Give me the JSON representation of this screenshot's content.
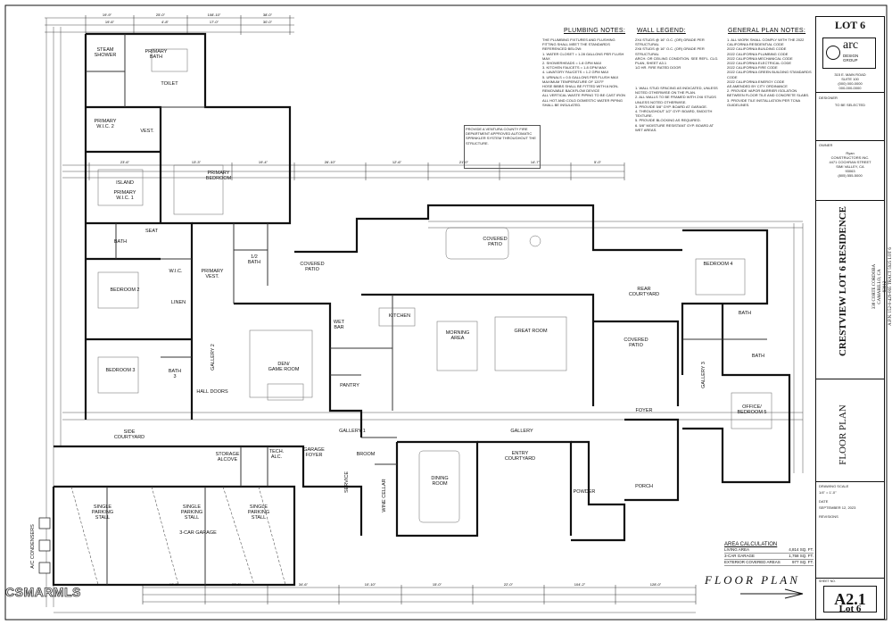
{
  "sheet": {
    "lot_top": "LOT 6",
    "lot_bottom": "Lot 6",
    "logo_main": "arc",
    "logo_sub": "DESIGN\nGROUP",
    "firm_info": "315 E. MAIN ROAD\nSUITE 100\n(000) 000-0000\n000-000-0000",
    "designer_label": "DESIGNER",
    "designer_value": "TO BE SELECTED",
    "owner_label": "OWNER",
    "owner_value": "Ryan\nCONSTRUCTORS INC.\n4471 COCHRAN STREET\nSIMI VALLEY, CA\n93063\n(805) 555-5000",
    "project_title": "CRESTVIEW LOT 6 RESIDENCE",
    "project_address": "338 CORTE CORDOBA\nCAMARILLO, CA\n93012\nA.P.N. 152-0-429-065 TRACT 5925 LOT 6",
    "sheet_title": "FLOOR PLAN",
    "drawing_scale_label": "DRAWING SCALE",
    "drawing_scale": "1/4\" = 1'-0\"",
    "date_label": "DATE",
    "date": "SEPTEMBER 12, 2023",
    "revisions_label": "REVISIONS",
    "sheet_no_label": "SHEET NO.",
    "sheet_no": "A2.1",
    "drawing_title": "FLOOR PLAN",
    "watermark": "CSMARMLS"
  },
  "notes": {
    "plumbing_title": "PLUMBING NOTES:",
    "plumbing_text": "THE PLUMBING FIXTURES AND FLUSHING FITTING SHALL MEET THE STANDARDS REFERENCED BELOW:\n1. WATER CLOSET = 1.28 GALLONS PER FLUSH MAX\n2. SHOWERHEADS = 1.8 GPM MAX\n3. KITCHEN FAUCETS = 1.8 GPM MAX\n4. LAVATORY FAUCETS = 1.2 GPM MAX\n5. URINALS = 0.5 GALLONS PER FLUSH MAX\nMAXIMUM TEMPERATURE OF 120°F\nHOSE BIBBS SHALL BE FITTED WITH A NON-REMOVABLE BACKFLOW DEVICE\nALL VERTICAL WASTE PIPING TO BE CAST IRON\nALL HOT AND COLD DOMESTIC WATER PIPING SHALL BE INSULATED.",
    "sprinkler_text": "PROVIDE A VENTURA COUNTY FIRE DEPARTMENT APPROVED AUTOMATIC SPRINKLER SYSTEM THROUGHOUT THE STRUCTURE.",
    "wall_title": "WALL LEGEND:",
    "wall_text": "2X4 STUDS @ 16\" O.C. (OR) GRADE PER STRUCTURAL\n2X6 STUDS @ 16\" O.C. (OR) GRADE PER STRUCTURAL\nARCH. OR CEILING CONDITION. SEE REFL. CLG. PLAN, SHEET A3.1\n1/2 HR. FIRE RATED DOOR",
    "wall_text2": "1. WALL STUD SPACING AS INDICATED, UNLESS NOTED OTHERWISE ON THE PLAN.\n2. ALL WALLS TO BE FRAMED WITH 2X6 STUDS UNLESS NOTED OTHERWISE.\n3. PROVIDE 5/8\" GYP. BOARD AT GARAGE.\n4. THROUGHOUT 1/2\" GYP. BOARD, SMOOTH TEXTURE.\n5. PROVIDE BLOCKING AS REQUIRED.\n6. 5/8\" MOISTURE RESISTANT GYP. BOARD AT WET AREAS.",
    "general_title": "GENERAL PLAN NOTES:",
    "general_text": "1. ALL WORK SHALL COMPLY WITH THE 2022 CALIFORNIA RESIDENTIAL CODE\n2022 CALIFORNIA BUILDING CODE\n2022 CALIFORNIA PLUMBING CODE\n2022 CALIFORNIA MECHANICAL CODE\n2022 CALIFORNIA ELECTRICAL CODE\n2022 CALIFORNIA FIRE CODE\n2022 CALIFORNIA GREEN BUILDING STANDARDS CODE\n2022 CALIFORNIA ENERGY CODE\nAS AMENDED BY CITY ORDINANCE\n2. PROVIDE VAPOR BARRIER ISOLATION BETWEEN FLOOR TILE AND CONCRETE SLABS.\n3. PROVIDE TILE INSTALLATION PER TCNA GUIDELINES."
  },
  "rooms": {
    "primary_bath": "PRIMARY\nBATH",
    "steam_shower": "STEAM\nSHOWER",
    "toilet": "TOILET",
    "primary_wic2": "PRIMARY\nW.I.C. 2",
    "vest_top": "VEST.",
    "primary_wic1": "PRIMARY\nW.I.C. 1",
    "island": "ISLAND",
    "primary_bedroom": "PRIMARY\nBEDROOM",
    "bath_left": "BATH",
    "seat": "SEAT",
    "wic": "W.I.C.",
    "bedroom2": "BEDROOM 2",
    "primary_vest": "PRIMARY\nVEST.",
    "half_bath": "1/2\nBATH",
    "covered_patio_top": "COVERED\nPATIO",
    "covered_patio_center": "COVERED\nPATIO",
    "gallery2": "GALLERY 2",
    "linen": "LINEN",
    "bedroom3": "BEDROOM 3",
    "bath_lower": "BATH\n3",
    "den": "DEN/\nGAME ROOM",
    "wet_bar": "WET\nBAR",
    "kitchen": "KITCHEN",
    "pantry": "PANTRY",
    "morning_area": "MORNING\nAREA",
    "great_room": "GREAT ROOM",
    "rear_courtyard": "REAR\nCOURTYARD",
    "covered_patio_right": "COVERED\nPATIO",
    "bedroom4": "BEDROOM 4",
    "bath_right": "BATH",
    "bath_right2": "BATH",
    "gallery3": "GALLERY 3",
    "office": "OFFICE/\nBEDROOM 5",
    "foyer": "FOYER",
    "hall_doors": "HALL DOORS",
    "side_courtyard": "SIDE\nCOURTYARD",
    "storage_alcove": "STORAGE\nALCOVE",
    "tech": "TECH.\nALC.",
    "garage_foyer": "GARAGE\nFOYER",
    "gallery1": "GALLERY 1",
    "gallery": "GALLERY",
    "service": "SERVICE",
    "broom": "BROOM",
    "wine_cellar": "WINE CELLAR",
    "dining_room": "DINING\nROOM",
    "entry_courtyard": "ENTRY\nCOURTYARD",
    "powder": "POWDER",
    "porch": "PORCH",
    "garage": "3-CAR GARAGE",
    "ac_condensers": "A/C CONDENSERS",
    "stall1": "SINGLE\nPARKING\nSTALL",
    "stall2": "SINGLE\nPARKING\nSTALL",
    "stall3": "SINGLE\nPARKING\nSTALL"
  },
  "area": {
    "title": "AREA CALCULATION",
    "rows": [
      {
        "label": "LIVING AREA",
        "value": "4,814 SQ. FT."
      },
      {
        "label": "3-CAR GARAGE",
        "value": "1,758 SQ. FT."
      },
      {
        "label": "EXTERIOR COVERED AREAS",
        "value": "977 SQ. FT."
      }
    ]
  },
  "dimensions": [
    "19'-9\"",
    "25'-0\"",
    "108'-10\"",
    "38'-0\"",
    "19'-6\"",
    "4'-8\"",
    "17'-0\"",
    "30'-0\"",
    "23'-6\"",
    "13'-3\"",
    "19'-4\"",
    "26'-10\"",
    "12'-6\"",
    "21'-0\"",
    "14'-7\"",
    "5'-0\"",
    "18'-0\"",
    "23'-6\"",
    "34'-6\"",
    "10'-10\"",
    "15'-0\"",
    "22'-0\"",
    "104'-2\"",
    "128'-0\""
  ]
}
